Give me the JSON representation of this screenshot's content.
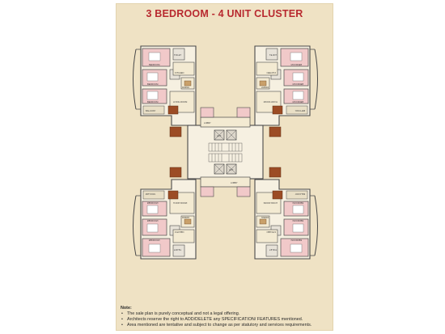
{
  "title": "3 BEDROOM - 4 UNIT CLUSTER",
  "plan": {
    "room_labels": [
      "BEDROOM",
      "KITCHEN",
      "LIVING ROOM",
      "DINING",
      "BALCONY",
      "TOILET",
      "UTILITY",
      "LOBBY",
      "LIFT"
    ]
  },
  "notes": {
    "heading": "Note:",
    "items": [
      "The sale plan is purely conceptual and not a legal offering.",
      "Architects reserve the right to ADD/DELETE any SPECIFICATION/ FEATURES mentioned.",
      "Area mentioned are tentative and subject to change as per statutory and services requirements."
    ]
  },
  "colors": {
    "title_red": "#b8292f",
    "paper": "#efe2c4",
    "bedroom_fill": "#f1c9c9",
    "kitchen_fill": "#f3ead2",
    "wood_fill": "#9c4c25",
    "wall": "#4a4a4a"
  }
}
